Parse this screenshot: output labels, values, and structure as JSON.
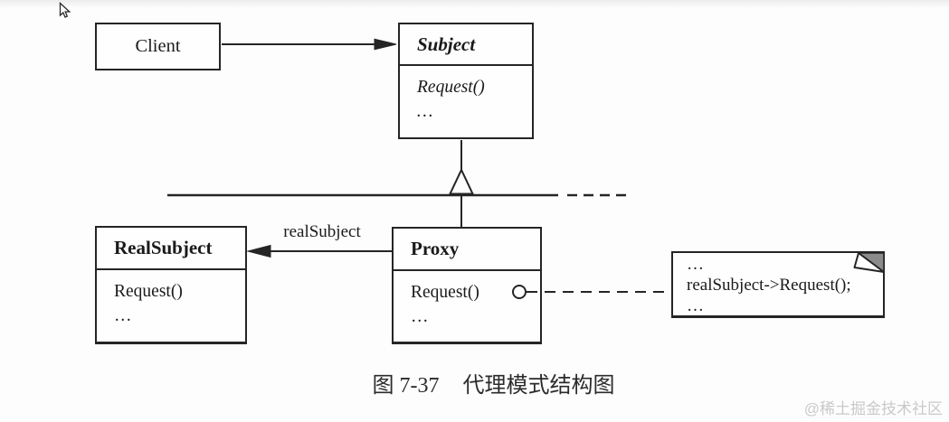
{
  "page": {
    "background": "#fdfdfd",
    "line_color": "#252525",
    "note_fold_color": "#8b8b8b",
    "watermark_color": "#c9c9c9"
  },
  "diagram": {
    "classes": {
      "client": {
        "title": "Client"
      },
      "subject": {
        "title": "Subject",
        "methods": [
          "Request()",
          "…"
        ]
      },
      "realsubject": {
        "title": "RealSubject",
        "methods": [
          "Request()",
          "…"
        ]
      },
      "proxy": {
        "title": "Proxy",
        "methods": [
          "Request()",
          "…"
        ]
      }
    },
    "labels": {
      "association": "realSubject"
    },
    "note": {
      "lines": [
        "…",
        "realSubject->Request();",
        "…"
      ]
    }
  },
  "caption": {
    "figure_label": "图 7-37",
    "title": "代理模式结构图"
  },
  "watermark": {
    "text": "@稀土掘金技术社区"
  }
}
